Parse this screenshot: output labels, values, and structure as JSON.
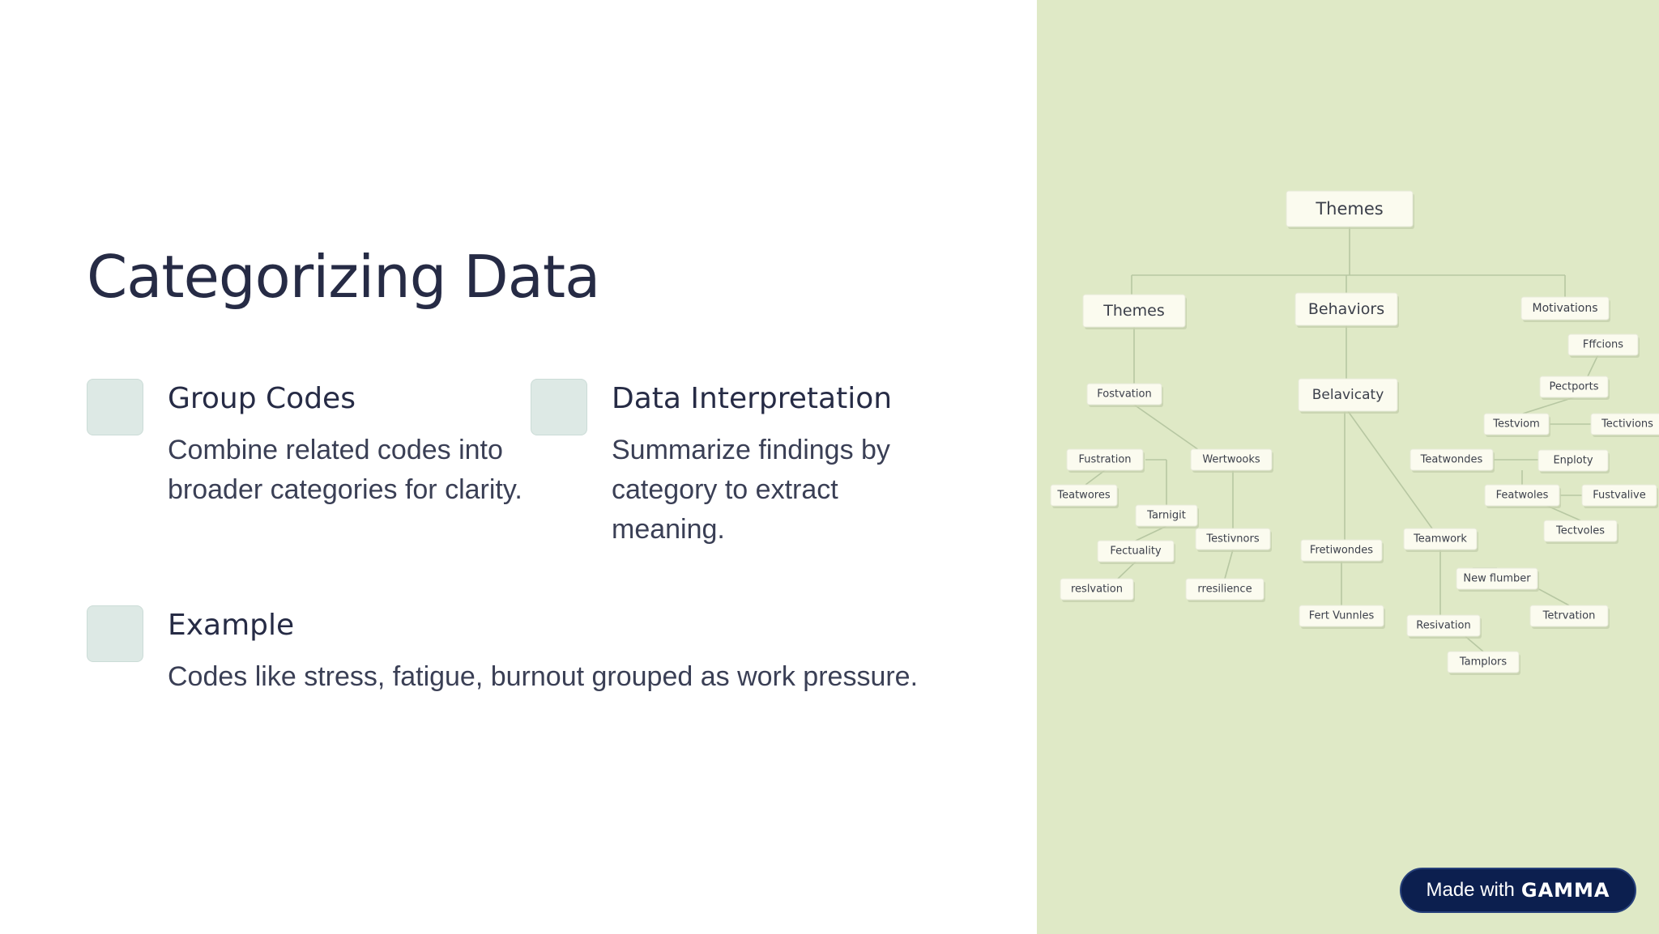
{
  "slide": {
    "title": "Categorizing Data",
    "items": [
      {
        "heading": "Group Codes",
        "description": "Combine related codes into broader categories for clarity."
      },
      {
        "heading": "Data Interpretation",
        "description": "Summarize findings by category to extract meaning."
      },
      {
        "heading": "Example",
        "description": "Codes like stress, fatigue, burnout grouped as work pressure."
      }
    ]
  },
  "diagram": {
    "nodes": [
      "Themes",
      "Themes",
      "Behaviors",
      "Motivations",
      "Fffcions",
      "Pectports",
      "Fostvation",
      "Belavicaty",
      "Testviom",
      "Tectivions",
      "Fustration",
      "Wertwooks",
      "Teatwondes",
      "Enploty",
      "Teatwores",
      "Tarnigit",
      "Featwoles",
      "Fustvalive",
      "Fectuality",
      "Testivnors",
      "Fretiwondes",
      "Teamwork",
      "Tectvoles",
      "New flumber",
      "reslvation",
      "rresilience",
      "Fert Vunnles",
      "Resivation",
      "Tetrvation",
      "Tamplors"
    ]
  },
  "badge": {
    "prefix": "Made with",
    "brand": "GAMMA"
  },
  "colors": {
    "right_panel_bg": "#dfe9c6",
    "title_text": "#262b45",
    "marker_fill": "#dde9e5",
    "node_fill": "#fbfbef",
    "badge_bg": "#0c1f4f"
  }
}
